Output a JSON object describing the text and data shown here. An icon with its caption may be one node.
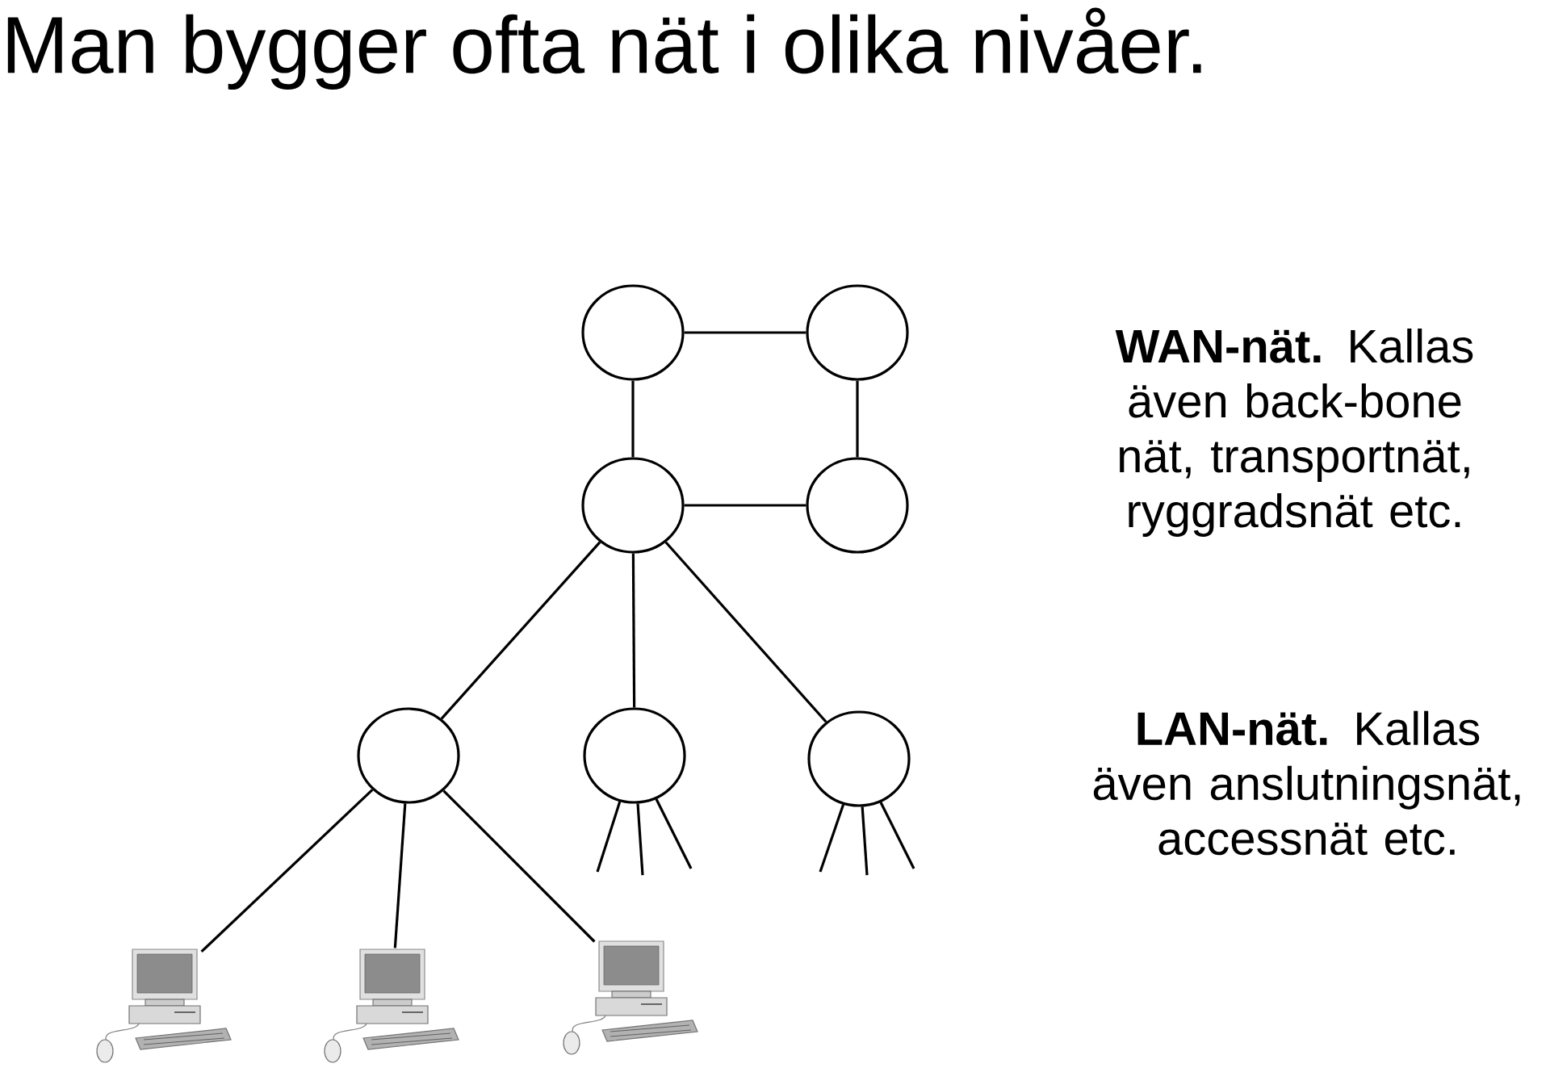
{
  "diagram": {
    "title": "Man bygger ofta nät i olika nivåer.",
    "nodes": [
      {
        "text": [],
        "shape": "circle"
      },
      {
        "text": [],
        "shape": "circle"
      },
      {
        "text": [],
        "shape": "circle"
      },
      {
        "text": [],
        "shape": "circle"
      },
      {
        "text": [],
        "shape": "circle"
      },
      {
        "text": [],
        "shape": "circle"
      },
      {
        "text": [],
        "shape": "circle"
      },
      {
        "text": [],
        "shape": "picture"
      },
      {
        "text": [],
        "shape": "picture"
      },
      {
        "text": [],
        "shape": "picture"
      }
    ],
    "edges": [
      {
        "from": 0,
        "to": 1,
        "arrow": "none"
      },
      {
        "from": 0,
        "to": 2,
        "arrow": "none"
      },
      {
        "from": 1,
        "to": 3,
        "arrow": "none"
      },
      {
        "from": 2,
        "to": 3,
        "arrow": "none"
      },
      {
        "from": 2,
        "to": 4,
        "arrow": "none"
      },
      {
        "from": 2,
        "to": 5,
        "arrow": "none"
      },
      {
        "from": 2,
        "to": 6,
        "arrow": "none"
      },
      {
        "from": 4,
        "to": 7,
        "arrow": "none"
      },
      {
        "from": 4,
        "to": 8,
        "arrow": "none"
      },
      {
        "from": 4,
        "to": 9,
        "arrow": "none"
      },
      {
        "from": 5,
        "to": null,
        "arrow": "none"
      },
      {
        "from": 5,
        "to": null,
        "arrow": "none"
      },
      {
        "from": 5,
        "to": null,
        "arrow": "none"
      },
      {
        "from": 6,
        "to": null,
        "arrow": "none"
      },
      {
        "from": 6,
        "to": null,
        "arrow": "none"
      },
      {
        "from": 6,
        "to": null,
        "arrow": "none"
      }
    ],
    "labels": [
      "**WAN-nät.** Kallas även back-bone nät, transportnät, ryggradsnät etc.",
      "**LAN-nät.** Kallas även anslutningsnät, accessnät etc."
    ]
  }
}
